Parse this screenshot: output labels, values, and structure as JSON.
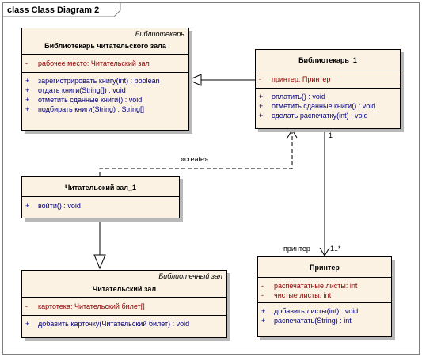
{
  "frame": {
    "title": "class Class Diagram 2"
  },
  "classes": {
    "librarian_hall": {
      "stereotype": "Библиотекарь",
      "name": "Библиотекарь читательского зала",
      "attributes": [
        {
          "vis": "-",
          "text": "рабочее место:  Читательский зал"
        }
      ],
      "operations": [
        {
          "vis": "+",
          "text": "зарегистрировать книгу(int) : boolean"
        },
        {
          "vis": "+",
          "text": "отдать книги(String[]) : void"
        },
        {
          "vis": "+",
          "text": "отметить сданные книги() : void"
        },
        {
          "vis": "+",
          "text": "подбирать книги(String) : String[]"
        }
      ]
    },
    "librarian_1": {
      "name": "Библиотекарь_1",
      "attributes": [
        {
          "vis": "-",
          "text": "принтер:  Принтер"
        }
      ],
      "operations": [
        {
          "vis": "+",
          "text": "оплатить() : void"
        },
        {
          "vis": "+",
          "text": "отметить сданные книги() : void"
        },
        {
          "vis": "+",
          "text": "сделать распечатку(int) : void"
        }
      ]
    },
    "reading_hall_1": {
      "name": "Читательский зал_1",
      "operations": [
        {
          "vis": "+",
          "text": "войти() : void"
        }
      ]
    },
    "reading_hall": {
      "stereotype": "Библиотечный зал",
      "name": "Читательский зал",
      "attributes": [
        {
          "vis": "-",
          "text": "картотека:  Читательский билет[]"
        }
      ],
      "operations": [
        {
          "vis": "+",
          "text": "добавить карточку(Читательский билет) : void"
        }
      ]
    },
    "printer": {
      "name": "Принтер",
      "attributes": [
        {
          "vis": "-",
          "text": "распечататные листы:  int"
        },
        {
          "vis": "-",
          "text": "чистые листы:  int"
        }
      ],
      "operations": [
        {
          "vis": "+",
          "text": "добавить листы(int) : void"
        },
        {
          "vis": "+",
          "text": "распечатать(String) : int"
        }
      ]
    }
  },
  "connectors": {
    "create_label": "«create»",
    "assoc_source_mult": "1",
    "assoc_role": "-принтер",
    "assoc_target_mult": "1..*"
  }
}
